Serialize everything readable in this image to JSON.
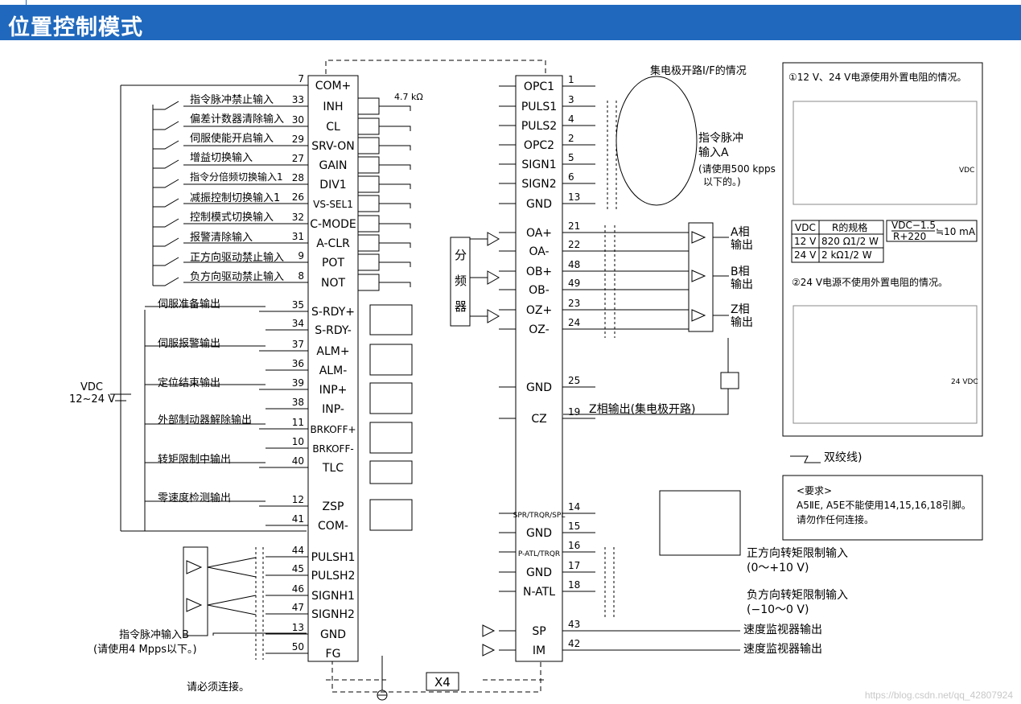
{
  "title": "位置控制模式",
  "watermark": "https://blog.csdn.net/qq_42807924",
  "cn1": {
    "pins": [
      {
        "no": "7",
        "name": "COM+"
      },
      {
        "no": "33",
        "name": "INH"
      },
      {
        "no": "30",
        "name": "CL"
      },
      {
        "no": "29",
        "name": "SRV-ON"
      },
      {
        "no": "27",
        "name": "GAIN"
      },
      {
        "no": "28",
        "name": "DIV1"
      },
      {
        "no": "26",
        "name": "VS-SEL1"
      },
      {
        "no": "32",
        "name": "C-MODE"
      },
      {
        "no": "31",
        "name": "A-CLR"
      },
      {
        "no": "9",
        "name": "POT"
      },
      {
        "no": "8",
        "name": "NOT"
      },
      {
        "no": "35",
        "name": "S-RDY+"
      },
      {
        "no": "34",
        "name": "S-RDY-"
      },
      {
        "no": "37",
        "name": "ALM+"
      },
      {
        "no": "36",
        "name": "ALM-"
      },
      {
        "no": "39",
        "name": "INP+"
      },
      {
        "no": "38",
        "name": "INP-"
      },
      {
        "no": "11",
        "name": "BRKOFF+"
      },
      {
        "no": "10",
        "name": "BRKOFF-"
      },
      {
        "no": "40",
        "name": "TLC"
      },
      {
        "no": "12",
        "name": "ZSP"
      },
      {
        "no": "41",
        "name": "COM-"
      },
      {
        "no": "44",
        "name": "PULSH1"
      },
      {
        "no": "45",
        "name": "PULSH2"
      },
      {
        "no": "46",
        "name": "SIGNH1"
      },
      {
        "no": "47",
        "name": "SIGNH2"
      },
      {
        "no": "13",
        "name": "GND"
      },
      {
        "no": "50",
        "name": "FG"
      }
    ],
    "right_pins": [
      {
        "no": "1",
        "name": "OPC1"
      },
      {
        "no": "3",
        "name": "PULS1"
      },
      {
        "no": "4",
        "name": "PULS2"
      },
      {
        "no": "2",
        "name": "OPC2"
      },
      {
        "no": "5",
        "name": "SIGN1"
      },
      {
        "no": "6",
        "name": "SIGN2"
      },
      {
        "no": "13",
        "name": "GND"
      },
      {
        "no": "21",
        "name": "OA+"
      },
      {
        "no": "22",
        "name": "OA-"
      },
      {
        "no": "48",
        "name": "OB+"
      },
      {
        "no": "49",
        "name": "OB-"
      },
      {
        "no": "23",
        "name": "OZ+"
      },
      {
        "no": "24",
        "name": "OZ-"
      },
      {
        "no": "25",
        "name": "GND"
      },
      {
        "no": "19",
        "name": "CZ"
      },
      {
        "no": "14",
        "name": "SPR/TRQR/SPL"
      },
      {
        "no": "15",
        "name": "GND"
      },
      {
        "no": "16",
        "name": "P-ATL/TRQR"
      },
      {
        "no": "17",
        "name": "GND"
      },
      {
        "no": "18",
        "name": "N-ATL"
      },
      {
        "no": "43",
        "name": "SP"
      },
      {
        "no": "42",
        "name": "IM"
      }
    ]
  },
  "input_labels": [
    "指令脉冲禁止输入",
    "偏差计数器清除输入",
    "伺服使能开启输入",
    "增益切换输入",
    "指令分倍频切换输入1",
    "减振控制切换输入1",
    "控制模式切换输入",
    "报警清除输入",
    "正方向驱动禁止输入",
    "负方向驱动禁止输入"
  ],
  "output_labels": [
    "伺服准备输出",
    "伺服报警输出",
    "定位结束输出",
    "外部制动器解除输出",
    "转矩限制中输出",
    "零速度检测输出"
  ],
  "vdc_label": "VDC",
  "vdc_range": "12~24 V",
  "pulse_b_label": "指令脉冲输入B",
  "pulse_b_note": "(请使用4 Mpps以下。)",
  "must_connect": "请必须连接。",
  "x4_label": "X4",
  "divider_label": [
    "分",
    "频",
    "器"
  ],
  "open_collector": "集电极开路I/F的情况",
  "pulse_a_label": [
    "指令脉冲",
    "输入A"
  ],
  "pulse_a_note": [
    "(请使用500 kpps",
    "以下的。)"
  ],
  "phase_labels": [
    [
      "A相",
      "输出"
    ],
    [
      "B相",
      "输出"
    ],
    [
      "Z相",
      "输出"
    ]
  ],
  "z_out": "Z相输出(集电极开路)",
  "torque_pos": [
    "正方向转矩限制输入",
    "(0～+10 V)"
  ],
  "torque_neg": [
    "负方向转矩限制输入",
    "(−10～0 V)"
  ],
  "speed_monitor": "速度监视器输出",
  "twisted_pair": "双绞线)",
  "resistor_47k": "4.7 kΩ",
  "panel1_title": "①12 V、24 V电源使用外置电阻的情况。",
  "panel2_title": "②24 V电源不使用外置电阻的情况。",
  "spec_table": {
    "headers": [
      "VDC",
      "R的规格"
    ],
    "rows": [
      [
        "12 V",
        "820 Ω1/2 W"
      ],
      [
        "24 V",
        "2 kΩ1/2 W"
      ]
    ]
  },
  "formula": {
    "num": "VDC−1.5",
    "den": "R+220",
    "result": "≒10 mA"
  },
  "requirement": {
    "title": "<要求>",
    "lines": [
      "A5ⅡE, A5E不能使用14,15,16,18引脚。",
      "请勿作任何连接。"
    ]
  },
  "panel_24v": "24 VDC",
  "panel_vdc": "VDC"
}
